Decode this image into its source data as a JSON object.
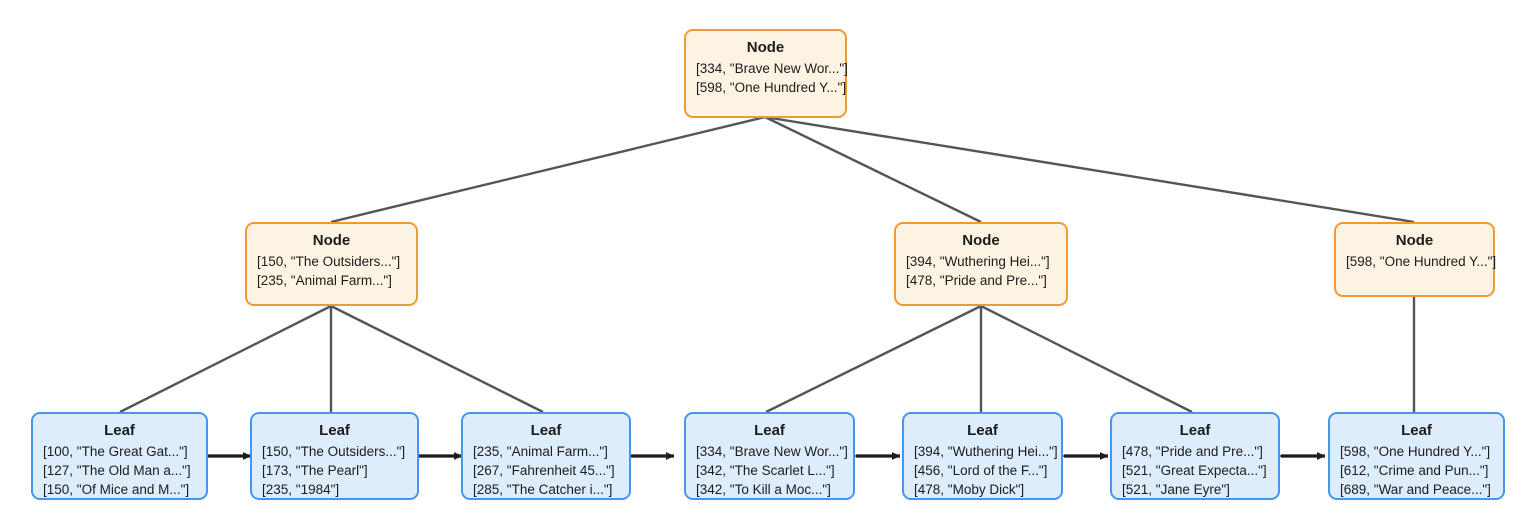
{
  "diagram": {
    "type": "b-plus-tree",
    "background_color": "#ffffff",
    "internal_node_fill": "#fdf3e3",
    "internal_node_border": "#ef9b33",
    "leaf_node_fill": "#ddedfc",
    "leaf_node_border": "#4496ee",
    "edge_color": "#555555",
    "arrow_color": "#1c1c1c",
    "levels": [
      {
        "level": 0,
        "nodes": [
          {
            "id": "root",
            "title": "Node",
            "entries": [
              "[334, \"Brave New Wor...\"]",
              "[598, \"One Hundred Y...\"]"
            ]
          }
        ]
      },
      {
        "level": 1,
        "nodes": [
          {
            "id": "internal-1",
            "title": "Node",
            "entries": [
              "[150, \"The Outsiders...\"]",
              "[235, \"Animal Farm...\"]"
            ]
          },
          {
            "id": "internal-2",
            "title": "Node",
            "entries": [
              "[394, \"Wuthering Hei...\"]",
              "[478, \"Pride and Pre...\"]"
            ]
          },
          {
            "id": "internal-3",
            "title": "Node",
            "entries": [
              "[598, \"One Hundred Y...\"]"
            ]
          }
        ]
      },
      {
        "level": 2,
        "nodes": [
          {
            "id": "leaf-1",
            "title": "Leaf",
            "entries": [
              "[100, \"The Great Gat...\"]",
              "[127, \"The Old Man a...\"]",
              "[150, \"Of Mice and M...\"]"
            ]
          },
          {
            "id": "leaf-2",
            "title": "Leaf",
            "entries": [
              "[150, \"The Outsiders...\"]",
              "[173, \"The Pearl\"]",
              "[235, \"1984\"]"
            ]
          },
          {
            "id": "leaf-3",
            "title": "Leaf",
            "entries": [
              "[235, \"Animal Farm...\"]",
              "[267, \"Fahrenheit 45...\"]",
              "[285, \"The Catcher i...\"]"
            ]
          },
          {
            "id": "leaf-4",
            "title": "Leaf",
            "entries": [
              "[334, \"Brave New Wor...\"]",
              "[342, \"The Scarlet L...\"]",
              "[342, \"To Kill a Moc...\"]"
            ]
          },
          {
            "id": "leaf-5",
            "title": "Leaf",
            "entries": [
              "[394, \"Wuthering Hei...\"]",
              "[456, \"Lord of the F...\"]",
              "[478, \"Moby Dick\"]"
            ]
          },
          {
            "id": "leaf-6",
            "title": "Leaf",
            "entries": [
              "[478, \"Pride and Pre...\"]",
              "[521, \"Great Expecta...\"]",
              "[521, \"Jane Eyre\"]"
            ]
          },
          {
            "id": "leaf-7",
            "title": "Leaf",
            "entries": [
              "[598, \"One Hundred Y...\"]",
              "[612, \"Crime and Pun...\"]",
              "[689, \"War and Peace...\"]"
            ]
          }
        ]
      }
    ]
  }
}
